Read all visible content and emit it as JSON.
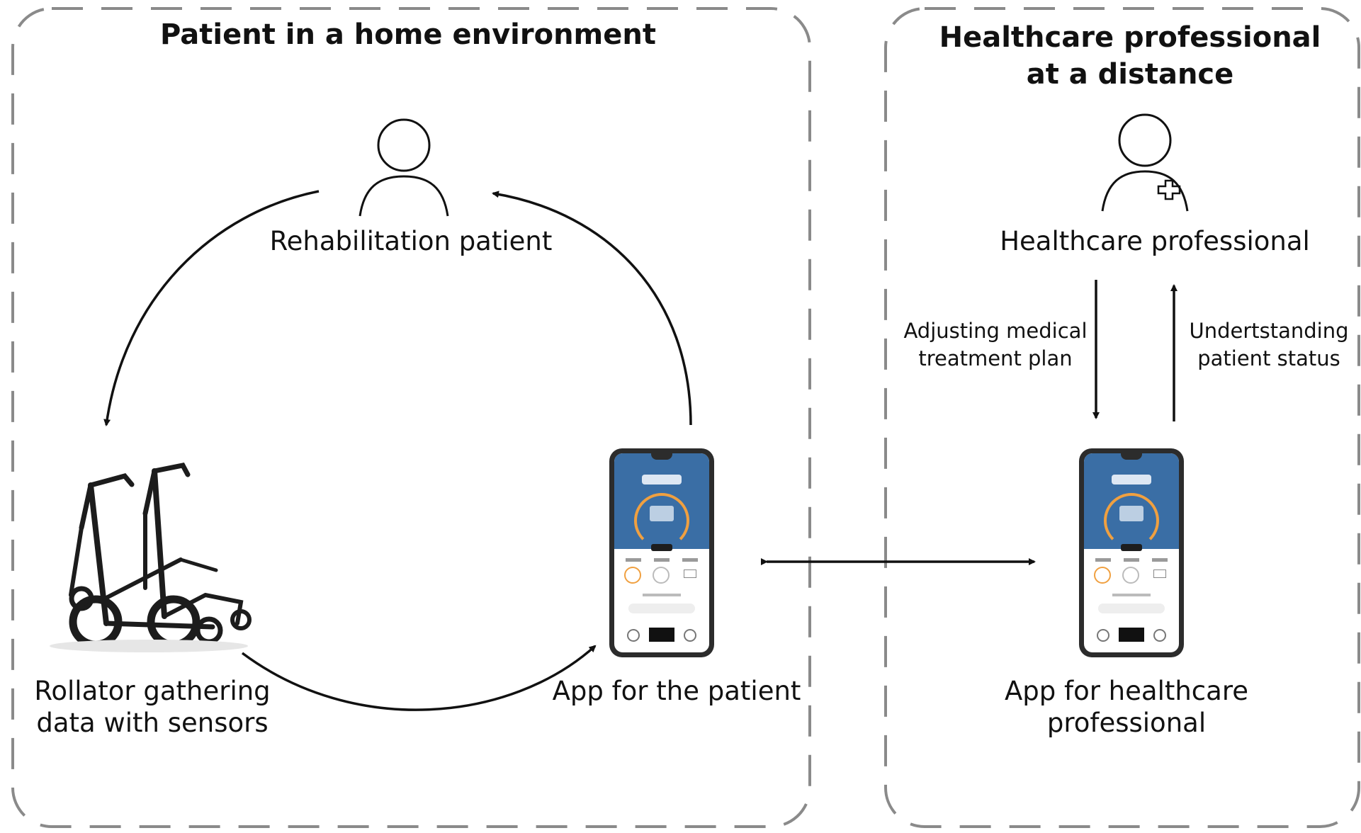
{
  "left_panel": {
    "title": "Patient in a home environment"
  },
  "right_panel": {
    "title": "Healthcare professional\nat a distance"
  },
  "nodes": {
    "patient": {
      "label": "Rehabilitation patient",
      "icon": "person-icon"
    },
    "rollator": {
      "label": "Rollator gathering\ndata with sensors",
      "icon": "rollator-icon"
    },
    "patient_app": {
      "label": "App for the patient",
      "icon": "smartphone-icon"
    },
    "professional": {
      "label": "Healthcare professional",
      "icon": "medical-person-icon"
    },
    "professional_app": {
      "label": "App for healthcare\nprofessional",
      "icon": "smartphone-icon"
    }
  },
  "edges": {
    "adjusting": "Adjusting medical\ntreatment plan",
    "understanding": "Undertstanding\npatient status"
  },
  "colors": {
    "stroke": "#111111",
    "dash": "#8a8a8a",
    "app_header": "#3a6ea5",
    "app_accent": "#f0a040"
  }
}
